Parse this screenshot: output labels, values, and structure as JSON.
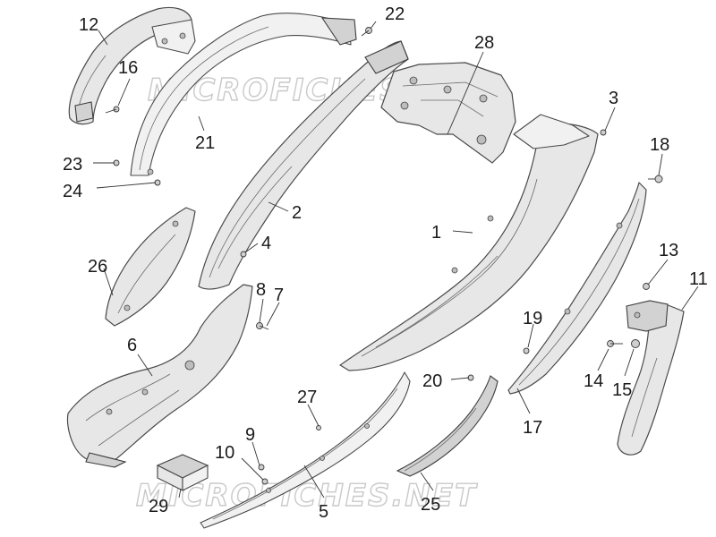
{
  "watermarks": [
    "MICROFICHES.NET",
    "MICROFICHES.NET"
  ],
  "callouts": [
    {
      "id": "c1",
      "label": "1"
    },
    {
      "id": "c2",
      "label": "2"
    },
    {
      "id": "c3",
      "label": "3"
    },
    {
      "id": "c4",
      "label": "4"
    },
    {
      "id": "c5",
      "label": "5"
    },
    {
      "id": "c6",
      "label": "6"
    },
    {
      "id": "c7",
      "label": "7"
    },
    {
      "id": "c8",
      "label": "8"
    },
    {
      "id": "c9",
      "label": "9"
    },
    {
      "id": "c10",
      "label": "10"
    },
    {
      "id": "c11",
      "label": "11"
    },
    {
      "id": "c12",
      "label": "12"
    },
    {
      "id": "c13",
      "label": "13"
    },
    {
      "id": "c14",
      "label": "14"
    },
    {
      "id": "c15",
      "label": "15"
    },
    {
      "id": "c16",
      "label": "16"
    },
    {
      "id": "c17",
      "label": "17"
    },
    {
      "id": "c18",
      "label": "18"
    },
    {
      "id": "c19",
      "label": "19"
    },
    {
      "id": "c20",
      "label": "20"
    },
    {
      "id": "c21",
      "label": "21"
    },
    {
      "id": "c22",
      "label": "22"
    },
    {
      "id": "c23",
      "label": "23"
    },
    {
      "id": "c24",
      "label": "24"
    },
    {
      "id": "c25",
      "label": "25"
    },
    {
      "id": "c26",
      "label": "26"
    },
    {
      "id": "c27",
      "label": "27"
    },
    {
      "id": "c28",
      "label": "28"
    },
    {
      "id": "c29",
      "label": "29"
    }
  ]
}
